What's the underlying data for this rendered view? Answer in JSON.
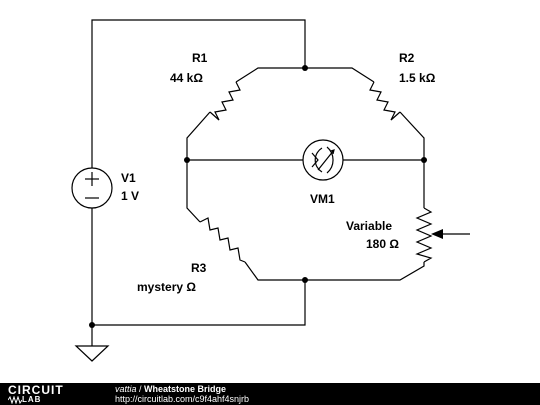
{
  "components": {
    "r1": {
      "name": "R1",
      "value": "44 kΩ"
    },
    "r2": {
      "name": "R2",
      "value": "1.5 kΩ"
    },
    "r3": {
      "name": "R3",
      "value": "mystery Ω"
    },
    "variable": {
      "name": "Variable",
      "value": "180 Ω"
    },
    "v1": {
      "name": "V1",
      "value": "1 V"
    },
    "vm1": {
      "name": "VM1"
    }
  },
  "footer": {
    "logo_top": "CIRCUIT",
    "logo_bottom": "LAB",
    "author": "vattia",
    "separator": " / ",
    "title": "Wheatstone Bridge",
    "url": "http://circuitlab.com/c9f4ahf4snjrb"
  }
}
